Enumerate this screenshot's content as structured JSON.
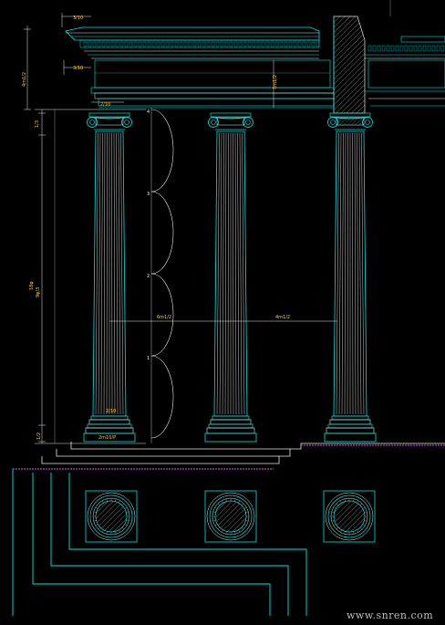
{
  "colors": {
    "background": "#000000",
    "cyan": "#00e5e5",
    "white": "#e8e8e8",
    "grey": "#8c8c8c",
    "yellow": "#ffcc33",
    "magenta": "#b040c0"
  },
  "dimensions": {
    "top_a": "3/10",
    "top_b": "3/10",
    "abacus": "2/10",
    "capital_h": "1/3",
    "column_left": "18φ",
    "column_left_b": "9φ/3",
    "module_left": "4m1/2",
    "base_h": "2/10",
    "base_w": "2m10/P",
    "plinth_h": "1/2",
    "entab": "1m1/2"
  },
  "intercolumns": [
    "6m1/2",
    "4m1/2"
  ],
  "shaft_divisions": [
    "4",
    "3",
    "2",
    "1"
  ],
  "watermark": "www.snren.com"
}
